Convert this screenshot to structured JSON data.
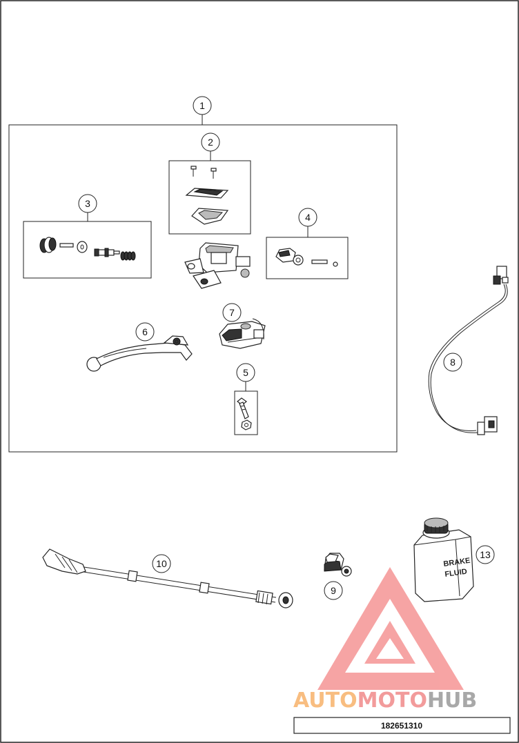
{
  "callouts": [
    "1",
    "2",
    "3",
    "4",
    "5",
    "6",
    "7",
    "8",
    "9",
    "10",
    "13"
  ],
  "can_label_line1": "BRAKE",
  "can_label_line2": "FLUID",
  "brand": {
    "part1": "AUTO",
    "part2": "MOTO",
    "part3": "HUB",
    "color1": "#f7b26a",
    "color2": "#f08a8a",
    "color3": "#9a9a9a"
  },
  "diagram_code": "182651310"
}
